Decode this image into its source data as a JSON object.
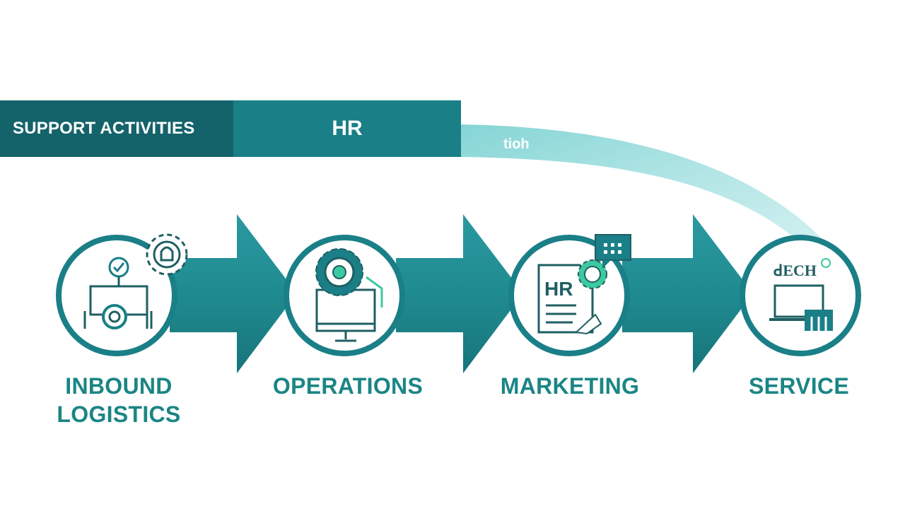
{
  "support": {
    "label": "SUPPORT ACTIVITIES",
    "hr_label": "HR",
    "arc_text": "tioh"
  },
  "stages": [
    {
      "label_line1": "INBOUND",
      "label_line2": "LOGISTICS",
      "icon": "logistics-gears-icon"
    },
    {
      "label_line1": "OPERATIONS",
      "label_line2": "",
      "icon": "gear-monitor-icon"
    },
    {
      "label_line1": "MARKETING",
      "label_line2": "",
      "icon": "hr-document-chat-icon",
      "icon_text": "HR"
    },
    {
      "label_line1": "SERVICE",
      "label_line2": "",
      "icon": "tech-laptop-icon",
      "icon_text": "ꓒECH"
    }
  ],
  "colors": {
    "dark_teal": "#14636a",
    "teal": "#1a7f87",
    "arrow_teal": "#1f8b91",
    "label_teal": "#1b8585",
    "accent_green": "#3cc9a0"
  }
}
